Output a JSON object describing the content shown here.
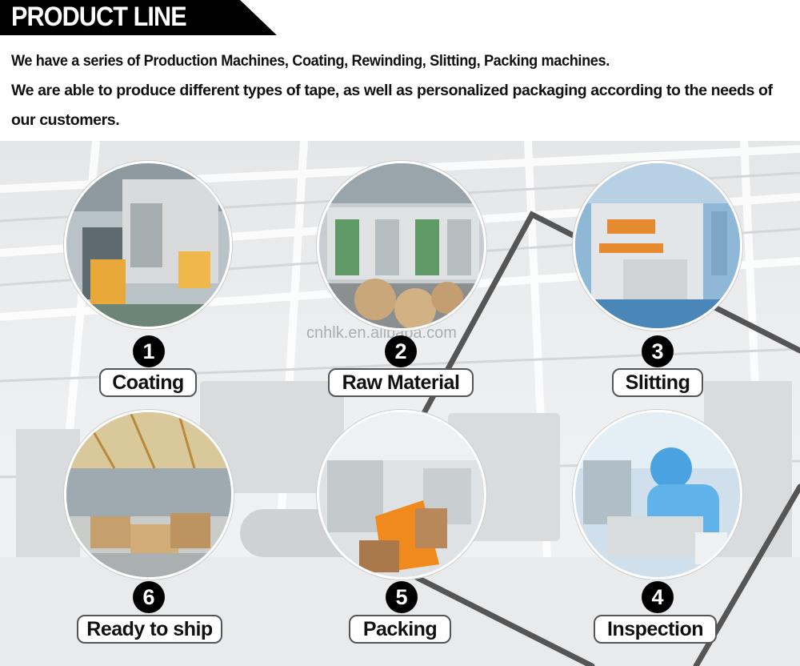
{
  "header": {
    "title": "PRODUCT LINE"
  },
  "intro": {
    "line1": "We have a series of Production Machines, Coating, Rewinding, Slitting, Packing machines.",
    "line2": "We are able to produce different types of tape, as well as personalized packaging according to the needs of our customers."
  },
  "watermark": "cnhlk.en.alibaba.com",
  "steps": [
    {
      "number": "1",
      "label": "Coating"
    },
    {
      "number": "2",
      "label": "Raw Material"
    },
    {
      "number": "3",
      "label": "Slitting"
    },
    {
      "number": "4",
      "label": "Inspection"
    },
    {
      "number": "5",
      "label": "Packing"
    },
    {
      "number": "6",
      "label": "Ready to ship"
    }
  ],
  "colors": {
    "header_bg": "#000000",
    "badge_bg": "#000000",
    "connector": "#555555"
  }
}
